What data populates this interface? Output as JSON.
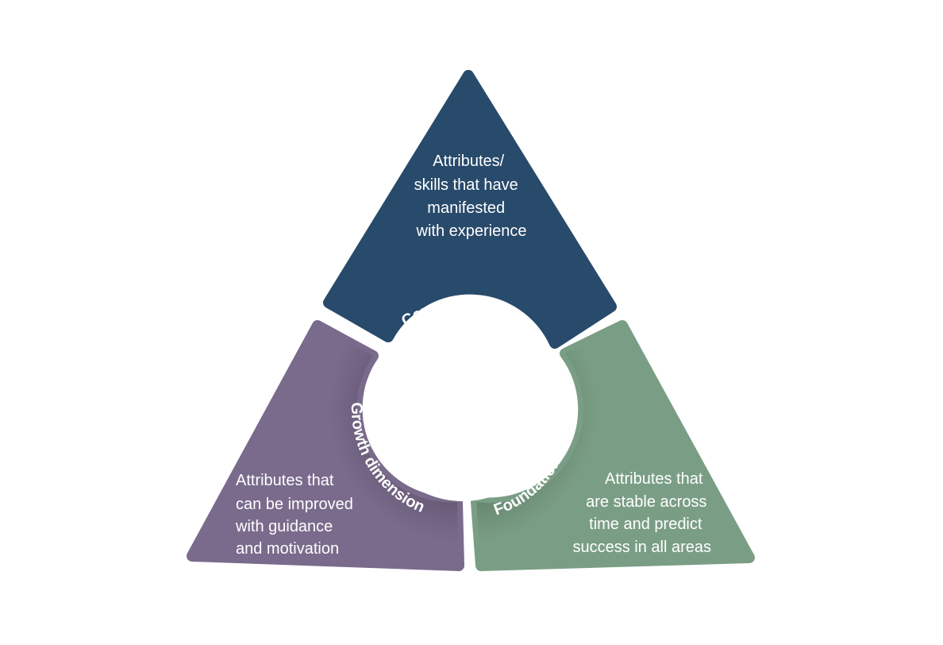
{
  "segments": [
    {
      "id": "career",
      "label": "Career dimension",
      "lines": [
        "Attributes/",
        "skills that have",
        "manifested",
        "with experience"
      ],
      "color": "#284a6b"
    },
    {
      "id": "growth",
      "label": "Growth dimension",
      "lines": [
        "Attributes that",
        "can be improved",
        "with guidance",
        "and motivation"
      ],
      "color": "#7a6b8c"
    },
    {
      "id": "foundational",
      "label": "Foundational dimension",
      "lines": [
        "Attributes that",
        "are stable across",
        "time and predict",
        "success in all areas"
      ],
      "color": "#7a9e85"
    }
  ]
}
